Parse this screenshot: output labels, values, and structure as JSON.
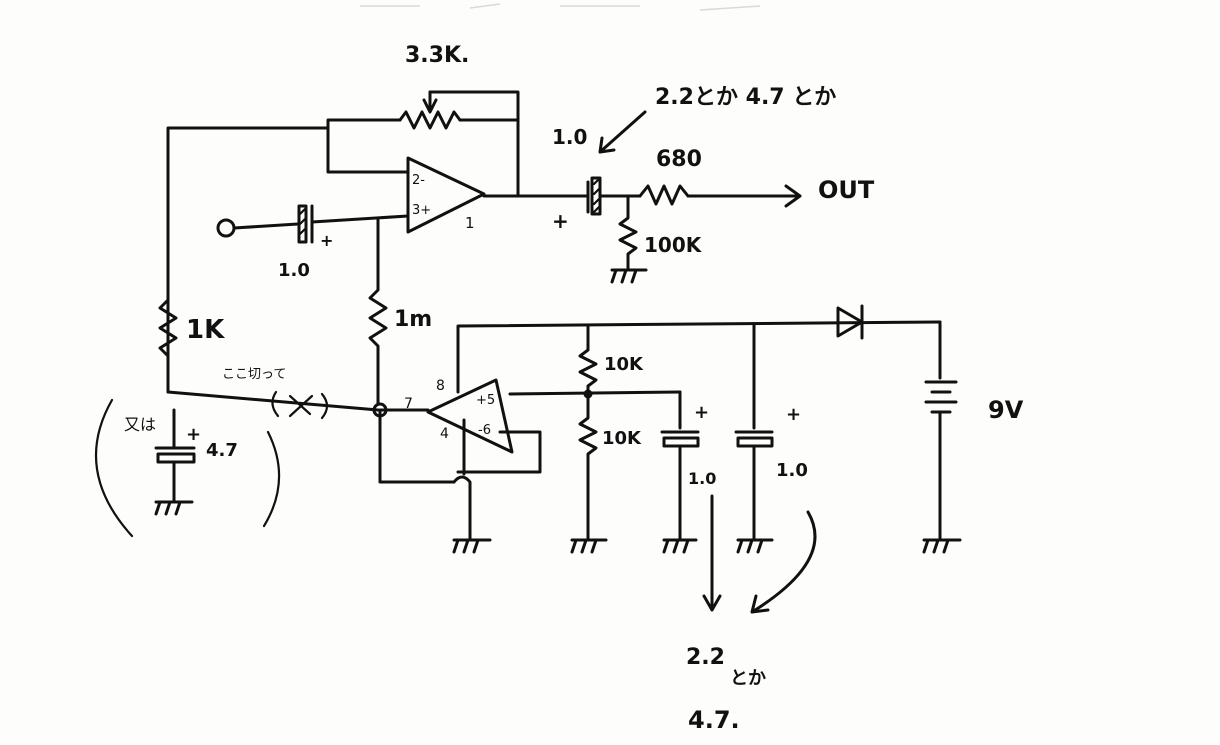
{
  "labels": {
    "pot": "3.3K.",
    "note_cap": "2.2とか 4.7 とか",
    "c_out": "1.0",
    "r_series": "680",
    "out": "OUT",
    "r_load": "100K",
    "c_in": "1.0",
    "r_gain": "1K",
    "r_bias": "1m",
    "cut_note": "ここ切って",
    "cut_mark": "(X)",
    "alt_prefix": "又は",
    "alt_value": "4.7",
    "plus": "+",
    "r_div_top": "10K",
    "r_div_bottom": "10K",
    "c_filter1": "1.0",
    "c_filter2": "1.0",
    "battery": "9V",
    "bottom_note_top": "2.2",
    "bottom_note_mid": "とか",
    "bottom_note_bottom": "4.7."
  },
  "pins": {
    "u1_inv": "2-",
    "u1_noninv": "3+",
    "u1_out": "1",
    "u2_in": "7",
    "u2_vcc": "8",
    "u2_gnd": "4",
    "u2_p5": "+5",
    "u2_m6": "-6"
  }
}
